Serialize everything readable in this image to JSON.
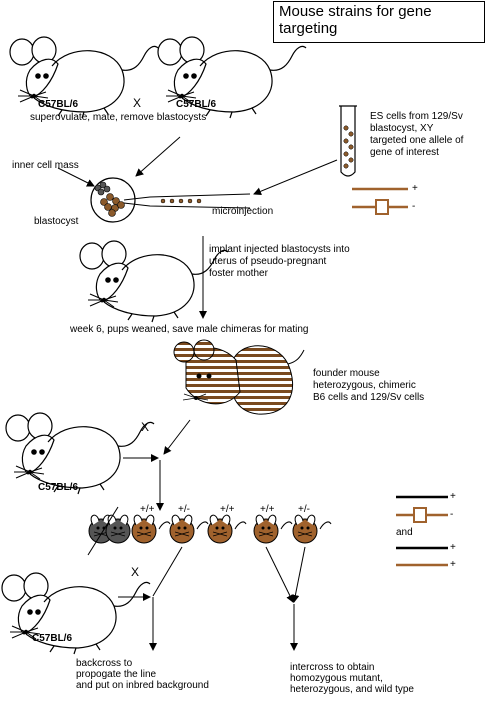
{
  "title": "Mouse strains for gene targeting",
  "colors": {
    "brown": "#A0622D",
    "dark_brown": "#7A4A1F",
    "stripe": "#7A4A1F",
    "gray": "#555555",
    "line": "#000000",
    "cell_fill": "#8B5A2B"
  },
  "labels": {
    "parent_left": "C57BL/6",
    "parent_right": "C57BL/6",
    "cross1": "X",
    "superovulate": "superovulate, mate, remove blastocysts",
    "es_line1": "ES cells from 129/Sv",
    "es_line2": "blastocyst, XY",
    "es_line3": "targeted one allele of",
    "es_line4": "gene of interest",
    "inner_cell_mass": "inner cell mass",
    "blastocyst": "blastocyst",
    "microinjection": "microinjection",
    "implant1": "implant injected blastocysts into",
    "implant2": "uterus of pseudo-pregnant",
    "implant3": "foster mother",
    "week6": "week 6, pups weaned, save male chimeras for mating",
    "founder1": "founder mouse",
    "founder2": "heterozygous, chimeric",
    "founder3": "B6 cells and 129/Sv cells",
    "cross2": "X",
    "c57_mid": "C57BL/6",
    "pup_genotypes": [
      "+/+",
      "+/-",
      "+/+",
      "+/+",
      "+/-"
    ],
    "and": "and",
    "cross3": "X",
    "c57_bottom": "C57BL/6",
    "backcross1": "backcross to",
    "backcross2": "propogate the line",
    "backcross3": "and put on inbred background",
    "intercross1": "intercross to obtain",
    "intercross2": "homozygous mutant,",
    "intercross3": "heterozygous, and wild type",
    "allele_plus_1": "+",
    "allele_minus_1": "-",
    "allele_plus_2": "+",
    "allele_minus_2": "-",
    "allele_plus_3": "+",
    "allele_plus_4": "+"
  }
}
